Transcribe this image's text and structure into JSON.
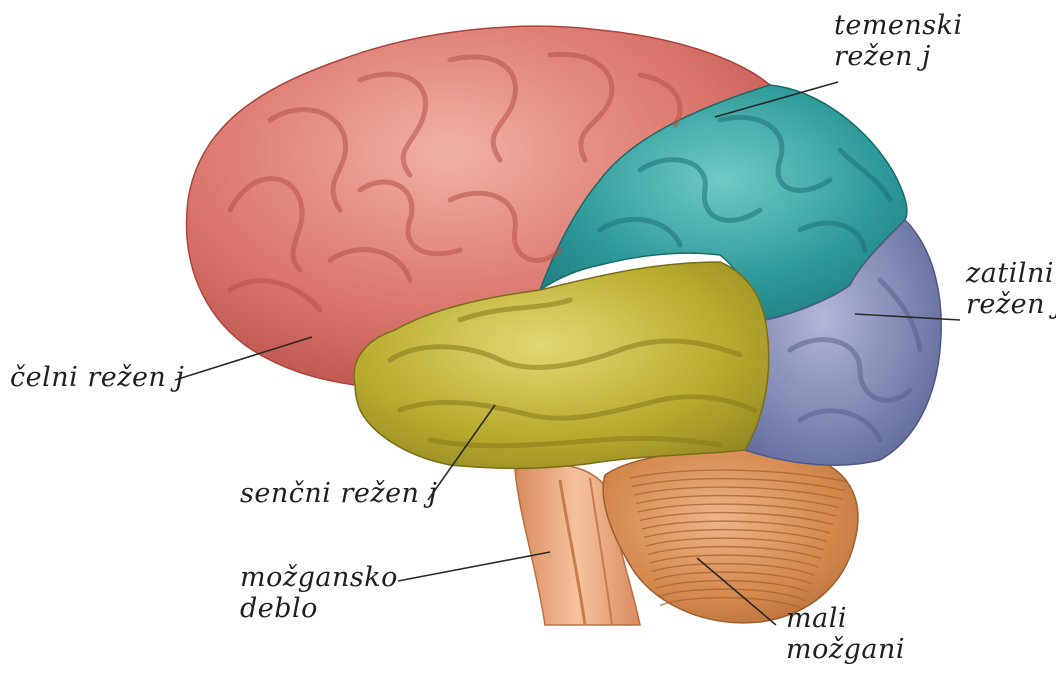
{
  "labels": {
    "parietal": {
      "line1": "temenski",
      "line2": "režen j"
    },
    "occipital": {
      "line1": "zatilni",
      "line2": "režen j"
    },
    "frontal": {
      "line1": "čelni režen j"
    },
    "temporal": {
      "line1": "senčni režen j"
    },
    "brainstem": {
      "line1": "možgansko",
      "line2": "deblo"
    },
    "cerebellum": {
      "line1": "mali",
      "line2": "možgani"
    }
  },
  "colors": {
    "frontal_lobe": "#d9706a",
    "parietal_lobe": "#2f9b9a",
    "occipital_lobe": "#7d86b2",
    "temporal_lobe": "#b8ab2e",
    "cerebellum": "#d4894e",
    "brainstem": "#e9a578",
    "leader_line": "#2a2a2a"
  }
}
